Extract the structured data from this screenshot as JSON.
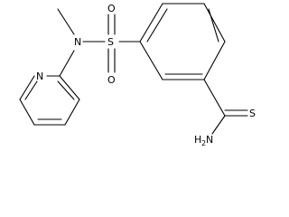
{
  "molecule": {
    "atoms": {
      "methyl_n": "N",
      "sulfonyl_s": "S",
      "oxo_top": "O",
      "oxo_bottom": "O",
      "pyridine_n": "N",
      "thioamide_s": "S",
      "amine_n": "N",
      "amine_h": "H",
      "amine_h_count": "2"
    }
  }
}
